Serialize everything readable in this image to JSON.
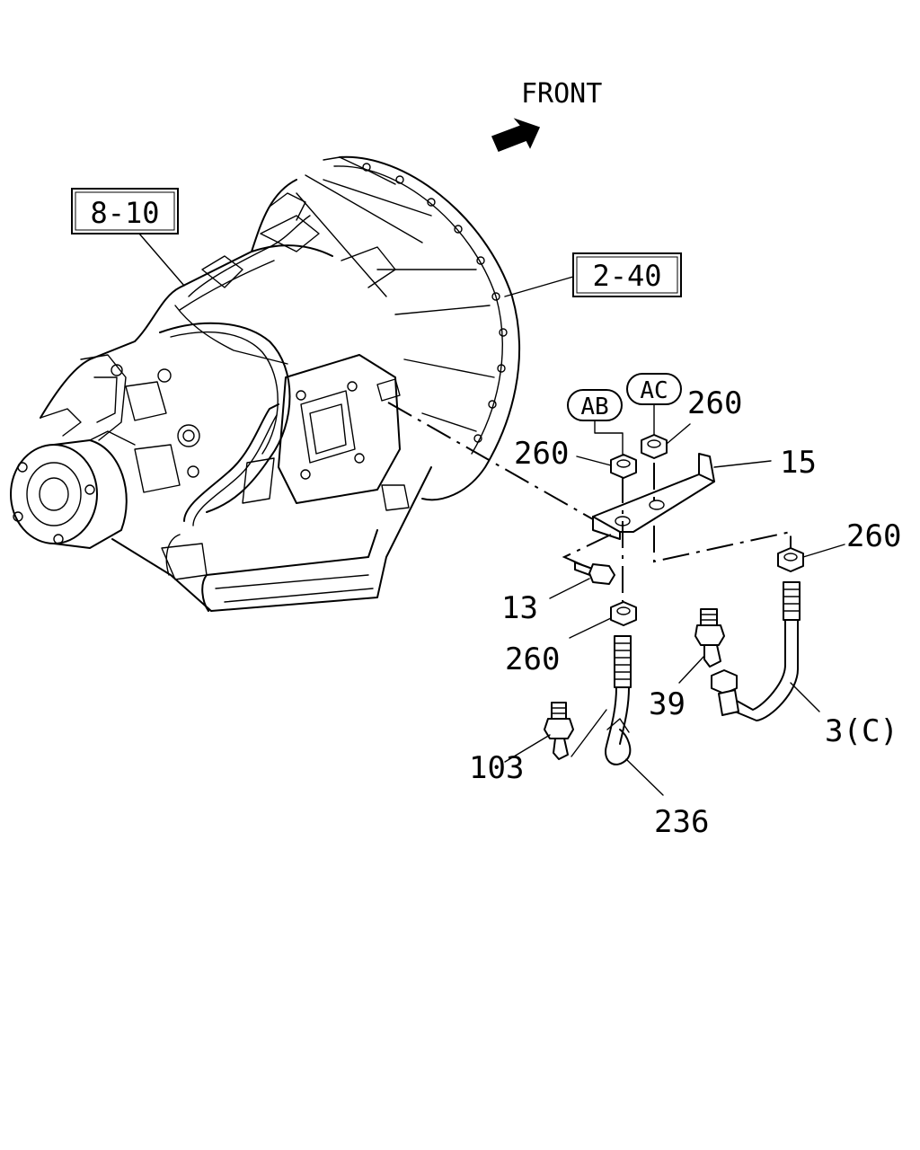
{
  "front": {
    "label": "FRONT"
  },
  "refs": {
    "ref_8_10": "8-10",
    "ref_2_40": "2-40",
    "ref_ab": "AB",
    "ref_ac": "AC"
  },
  "parts": {
    "p260_ac": "260",
    "p260_ab": "260",
    "p15": "15",
    "p260_right": "260",
    "p13": "13",
    "p260_lower": "260",
    "p39": "39",
    "p3c": "3(C)",
    "p103": "103",
    "p236": "236"
  }
}
